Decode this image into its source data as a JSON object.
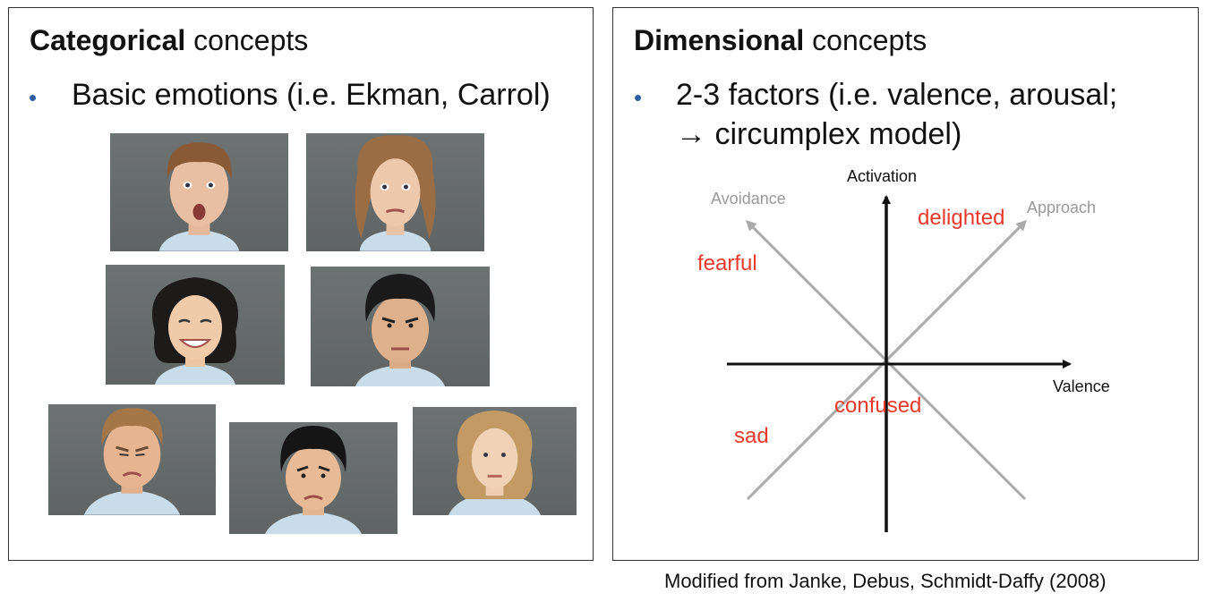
{
  "left": {
    "heading_bold": "Categorical",
    "heading_rest": " concepts",
    "bullet": "Basic emotions (i.e. Ekman, Carrol)",
    "faces": [
      "surprise",
      "fear",
      "happiness",
      "anger",
      "disgust",
      "sadness",
      "neutral"
    ]
  },
  "right": {
    "heading_bold": "Dimensional",
    "heading_rest": " concepts",
    "bullet_line1": "2-3 factors (i.e. valence, arousal;",
    "bullet_arrow": "→",
    "bullet_line2": " circumplex model)",
    "diagram": {
      "activation_label": "Activation",
      "valence_label": "Valence",
      "avoidance_label": "Avoidance",
      "approach_label": "Approach",
      "emotions": [
        "fearful",
        "delighted",
        "confused",
        "sad"
      ],
      "emotion_color": "#e8392b",
      "axis_color": "#111111",
      "diagonal_color": "#aaaaaa"
    }
  },
  "footnote": "Modified from Janke, Debus, Schmidt-Daffy (2008)"
}
